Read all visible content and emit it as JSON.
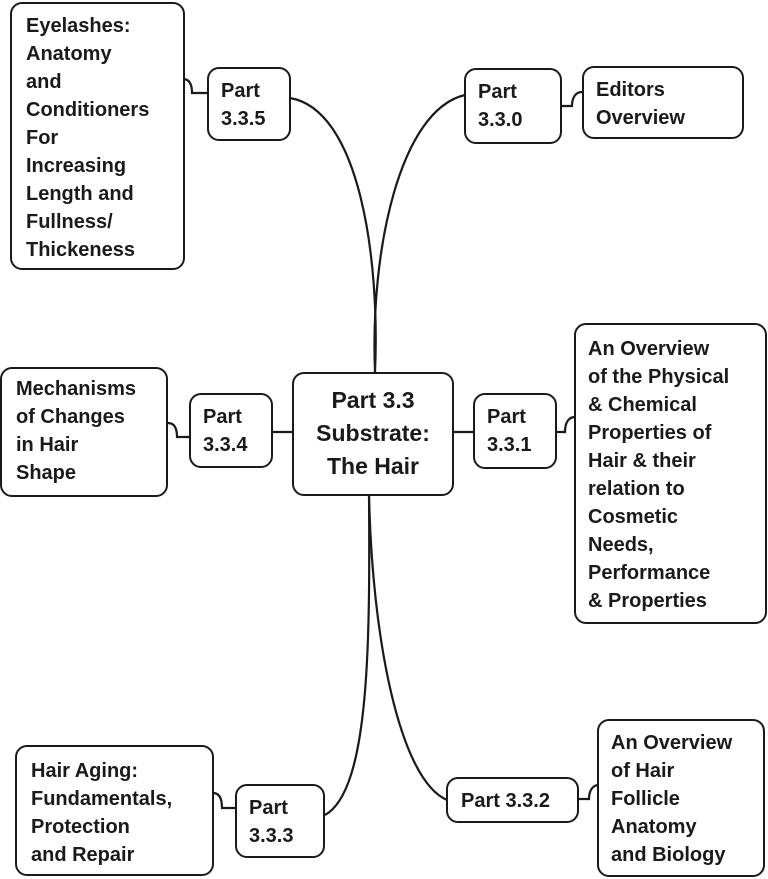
{
  "diagram": {
    "center": {
      "label": "Part 3.3\nSubstrate:\nThe Hair"
    },
    "branches": [
      {
        "part": "Part\n3.3.0",
        "topic": "Editors\nOverview"
      },
      {
        "part": "Part\n3.3.1",
        "topic": "An Overview\nof the Physical\n& Chemical\nProperties of\nHair & their\nrelation to\nCosmetic\nNeeds,\nPerformance\n&  Properties"
      },
      {
        "part": "Part 3.3.2",
        "topic": "An Overview\nof Hair\nFollicle\nAnatomy\nand Biology"
      },
      {
        "part": "Part\n3.3.3",
        "topic": "Hair Aging:\nFundamentals,\nProtection\nand Repair"
      },
      {
        "part": "Part\n3.3.4",
        "topic": "Mechanisms\nof Changes\nin  Hair\nShape"
      },
      {
        "part": "Part\n3.3.5",
        "topic": "Eyelashes:\nAnatomy\nand\nConditioners\nFor\nIncreasing\nLength and\nFullness/\nThickeness"
      }
    ]
  }
}
